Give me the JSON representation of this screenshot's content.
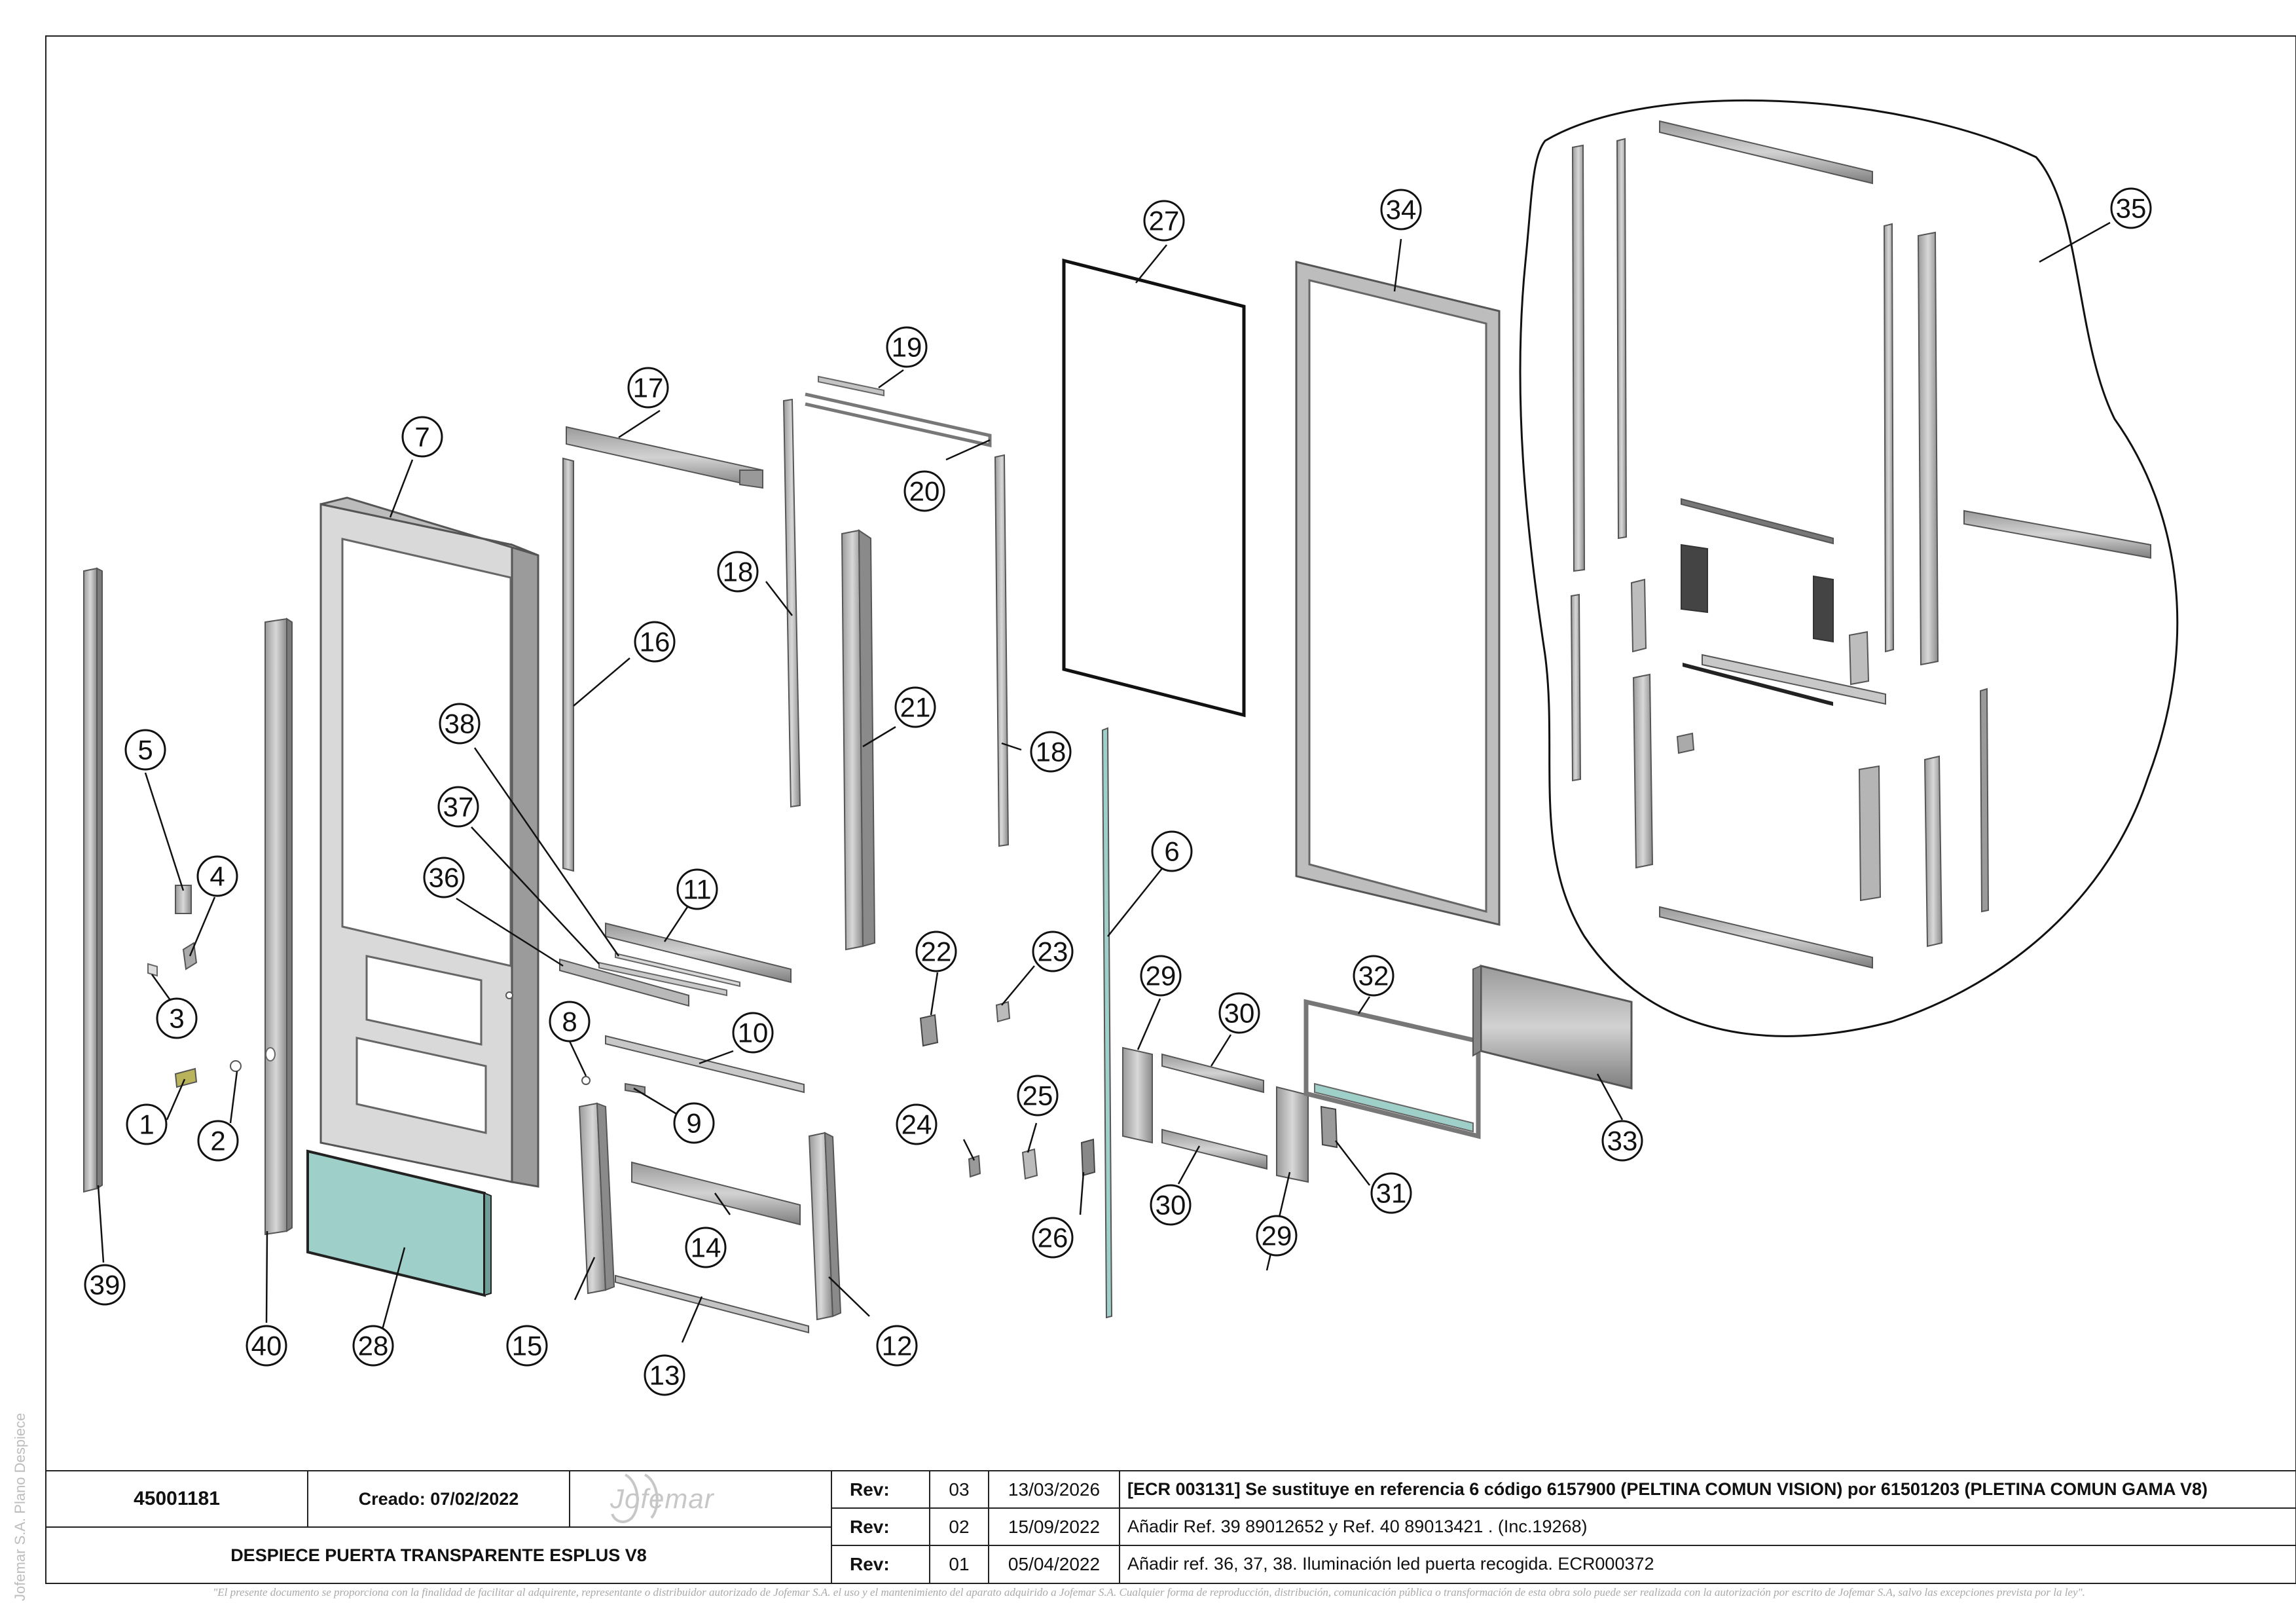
{
  "drawing": {
    "callouts": [
      "1",
      "2",
      "3",
      "4",
      "5",
      "6",
      "7",
      "8",
      "9",
      "10",
      "11",
      "12",
      "13",
      "14",
      "15",
      "16",
      "17",
      "18",
      "18",
      "19",
      "20",
      "21",
      "22",
      "23",
      "24",
      "25",
      "26",
      "27",
      "28",
      "29",
      "29",
      "30",
      "30",
      "31",
      "32",
      "33",
      "34",
      "35",
      "36",
      "37",
      "38",
      "39",
      "40"
    ]
  },
  "title_block": {
    "code": "45001181",
    "created": "Creado: 07/02/2022",
    "title": "DESPIECE PUERTA TRANSPARENTE ESPLUS V8",
    "logo_text": "Jofemar",
    "side_text": "Jofemar S.A. Plano Despiece",
    "revisions": [
      {
        "label": "Rev:",
        "num": "03",
        "date": "13/03/2026",
        "desc": "[ECR 003131] Se sustituye en referencia 6 código 6157900 (PELTINA COMUN VISION) por 61501203 (PLETINA COMUN GAMA V8)"
      },
      {
        "label": "Rev:",
        "num": "02",
        "date": "15/09/2022",
        "desc": "Añadir Ref. 39 89012652 y Ref. 40 89013421 . (Inc.19268)"
      },
      {
        "label": "Rev:",
        "num": "01",
        "date": "05/04/2022",
        "desc": "Añadir ref. 36, 37, 38. Iluminación led puerta recogida. ECR000372"
      }
    ],
    "footer": "\"El presente documento se proporciona con la finalidad de facilitar al adquirente, representante o distribuidor autorizado de Jofemar S.A. el uso y el mantenimiento del aparato adquirido a Jofemar S.A. Cualquier forma de reproducción, distribución, comunicación pública o transformación de esta obra solo puede ser realizada con la autorización por escrito de Jofemar S.A, salvo las excepciones prevista por la ley\"."
  }
}
